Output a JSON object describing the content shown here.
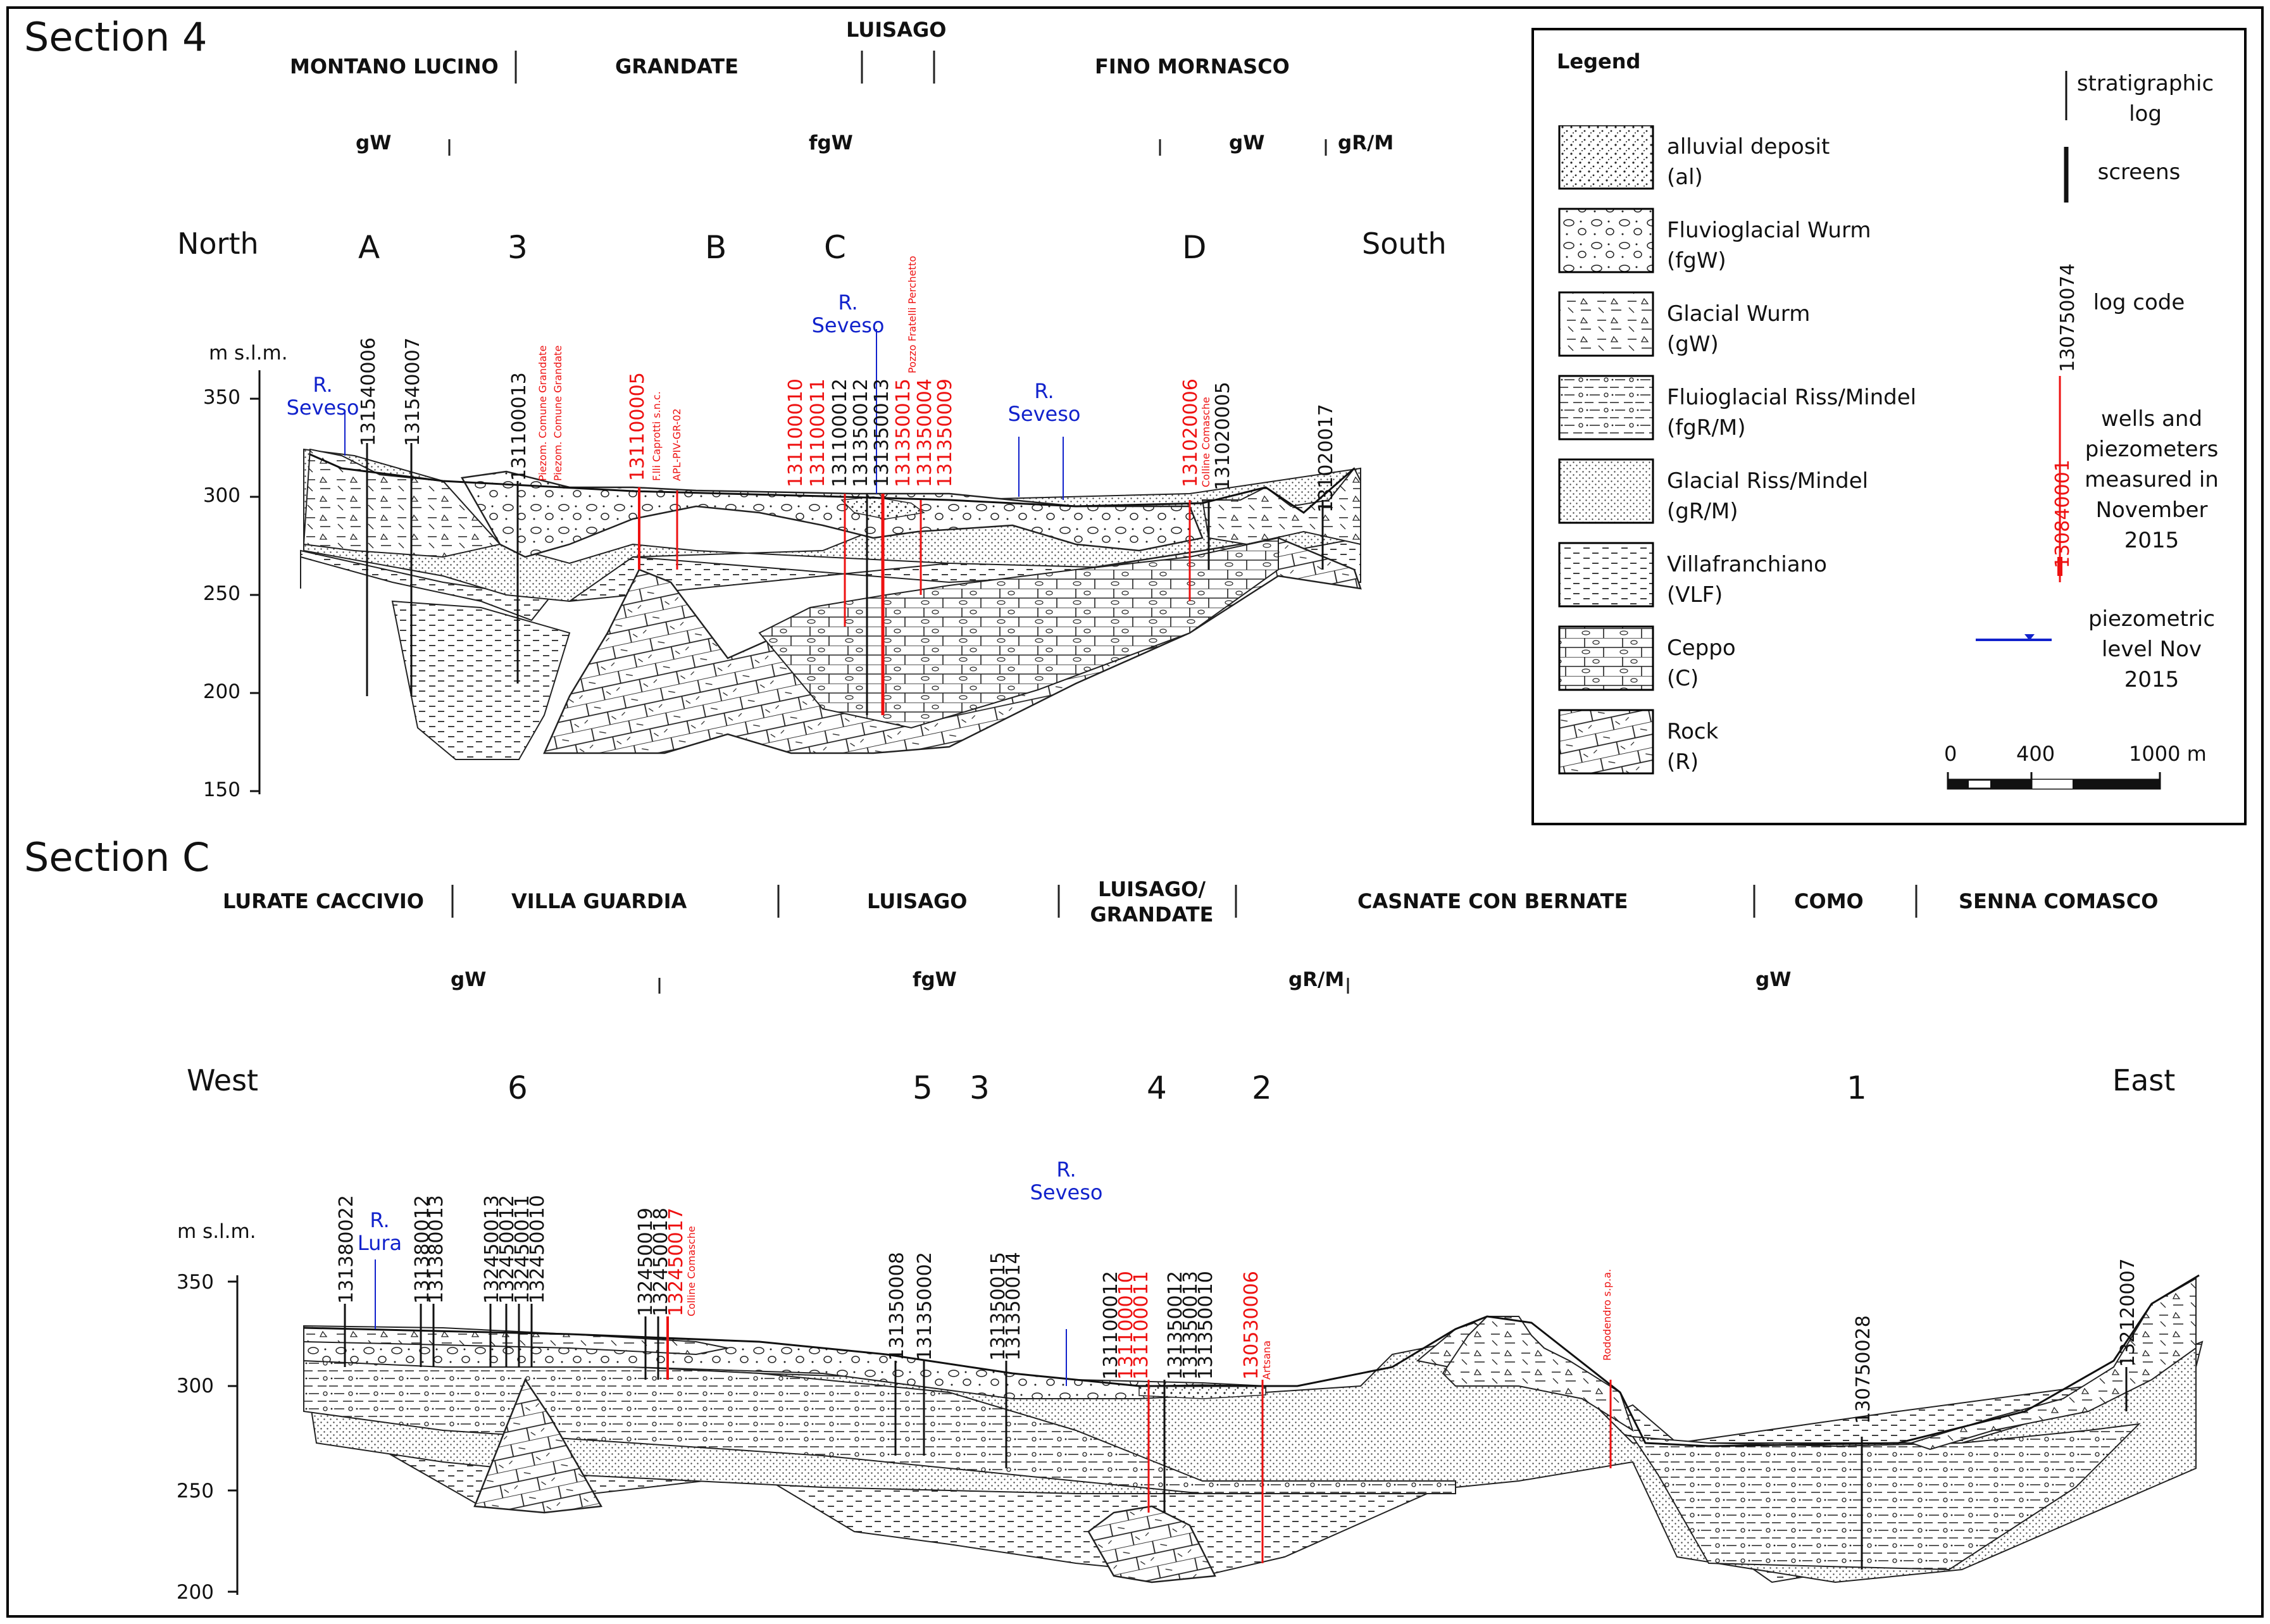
{
  "section4": {
    "title": "Section 4",
    "places": [
      "MONTANO LUCINO",
      "GRANDATE",
      "LUISAGO",
      "FINO MORNASCO"
    ],
    "units": [
      "gW",
      "fgW",
      "gW",
      "gR/M"
    ],
    "north": "North",
    "south": "South",
    "section_marks": [
      "A",
      "3",
      "B",
      "C",
      "D"
    ],
    "axis_label": "m s.l.m.",
    "ticks": [
      "350",
      "300",
      "250",
      "200",
      "150"
    ],
    "logs": [
      {
        "code": "131540006",
        "color": "black",
        "sub": ""
      },
      {
        "code": "131540007",
        "color": "black",
        "sub": ""
      },
      {
        "code": "131100013",
        "color": "black",
        "sub": ""
      },
      {
        "code": "",
        "color": "red",
        "sub": "Piezom. Comune Grandate"
      },
      {
        "code": "",
        "color": "red",
        "sub": "Piezom. Comune Grandate"
      },
      {
        "code": "131100005",
        "color": "red",
        "sub": "F.lli Caprotti s.n.c."
      },
      {
        "code": "",
        "color": "red",
        "sub": "APL-PIV-GR-02"
      },
      {
        "code": "131100010",
        "color": "red",
        "sub": ""
      },
      {
        "code": "131100011",
        "color": "red",
        "sub": ""
      },
      {
        "code": "131100012",
        "color": "black",
        "sub": ""
      },
      {
        "code": "131350012",
        "color": "black",
        "sub": ""
      },
      {
        "code": "131350013",
        "color": "black",
        "sub": ""
      },
      {
        "code": "131350015",
        "color": "red",
        "sub": ""
      },
      {
        "code": "131350004",
        "color": "red",
        "sub": "Pozzo Fratelli Perchetto"
      },
      {
        "code": "131350009",
        "color": "red",
        "sub": ""
      },
      {
        "code": "131020006",
        "color": "red",
        "sub": "Colline Comasche"
      },
      {
        "code": "131020005",
        "color": "black",
        "sub": ""
      },
      {
        "code": "131020017",
        "color": "black",
        "sub": ""
      }
    ],
    "rivers": [
      "R. Seveso",
      "R. Seveso",
      "R. Seveso"
    ]
  },
  "sectionC": {
    "title": "Section C",
    "places": [
      "LURATE CACCIVIO",
      "VILLA GUARDIA",
      "LUISAGO",
      "LUISAGO/ GRANDATE",
      "CASNATE CON BERNATE",
      "COMO",
      "SENNA COMASCO"
    ],
    "units": [
      "gW",
      "fgW",
      "gR/M",
      "gW"
    ],
    "west": "West",
    "east": "East",
    "section_marks": [
      "6",
      "5",
      "3",
      "4",
      "2",
      "1"
    ],
    "axis_label": "m s.l.m.",
    "ticks": [
      "350",
      "300",
      "250",
      "200"
    ],
    "logs": [
      {
        "code": "131380022",
        "color": "black",
        "sub": ""
      },
      {
        "code": "131380012",
        "color": "black",
        "sub": ""
      },
      {
        "code": "131380013",
        "color": "black",
        "sub": ""
      },
      {
        "code": "132450013",
        "color": "black",
        "sub": ""
      },
      {
        "code": "132450012",
        "color": "black",
        "sub": ""
      },
      {
        "code": "132450011",
        "color": "black",
        "sub": ""
      },
      {
        "code": "132450010",
        "color": "black",
        "sub": ""
      },
      {
        "code": "132450019",
        "color": "black",
        "sub": ""
      },
      {
        "code": "132450018",
        "color": "black",
        "sub": ""
      },
      {
        "code": "132450017",
        "color": "red",
        "sub": "Colline Comasche"
      },
      {
        "code": "131350008",
        "color": "black",
        "sub": ""
      },
      {
        "code": "131350002",
        "color": "black",
        "sub": ""
      },
      {
        "code": "131350015",
        "color": "black",
        "sub": ""
      },
      {
        "code": "131350014",
        "color": "black",
        "sub": ""
      },
      {
        "code": "131100012",
        "color": "black",
        "sub": ""
      },
      {
        "code": "131100010",
        "color": "red",
        "sub": ""
      },
      {
        "code": "131100011",
        "color": "red",
        "sub": ""
      },
      {
        "code": "131350012",
        "color": "black",
        "sub": ""
      },
      {
        "code": "131350013",
        "color": "black",
        "sub": ""
      },
      {
        "code": "131350010",
        "color": "black",
        "sub": ""
      },
      {
        "code": "130530006",
        "color": "red",
        "sub": "Artsana"
      },
      {
        "code": "",
        "color": "red",
        "sub": "Rododendro s.p.a."
      },
      {
        "code": "130750028",
        "color": "black",
        "sub": ""
      },
      {
        "code": "132120007",
        "color": "black",
        "sub": ""
      }
    ],
    "rivers": [
      "R. Lura",
      "R. Seveso"
    ]
  },
  "legend": {
    "title": "Legend",
    "items": [
      {
        "name": "alluvial deposit",
        "code": "(al)"
      },
      {
        "name": "Fluvioglacial Wurm",
        "code": "(fgW)"
      },
      {
        "name": "Glacial Wurm",
        "code": "(gW)"
      },
      {
        "name": "Fluioglacial Riss/Mindel",
        "code": "(fgR/M)"
      },
      {
        "name": "Glacial Riss/Mindel",
        "code": "(gR/M)"
      },
      {
        "name": "Villafranchiano",
        "code": "(VLF)"
      },
      {
        "name": "Ceppo",
        "code": "(C)"
      },
      {
        "name": "Rock",
        "code": "(R)"
      }
    ],
    "strat_log": "stratigraphic log",
    "screens": "screens",
    "log_code_sample": "130750074",
    "log_code": "log code",
    "wells_code_sample": "130840001",
    "wells": "wells and piezometers measured in November 2015",
    "piezo": "piezometric level Nov 2015",
    "scale": [
      "0",
      "400",
      "1000 m"
    ]
  }
}
